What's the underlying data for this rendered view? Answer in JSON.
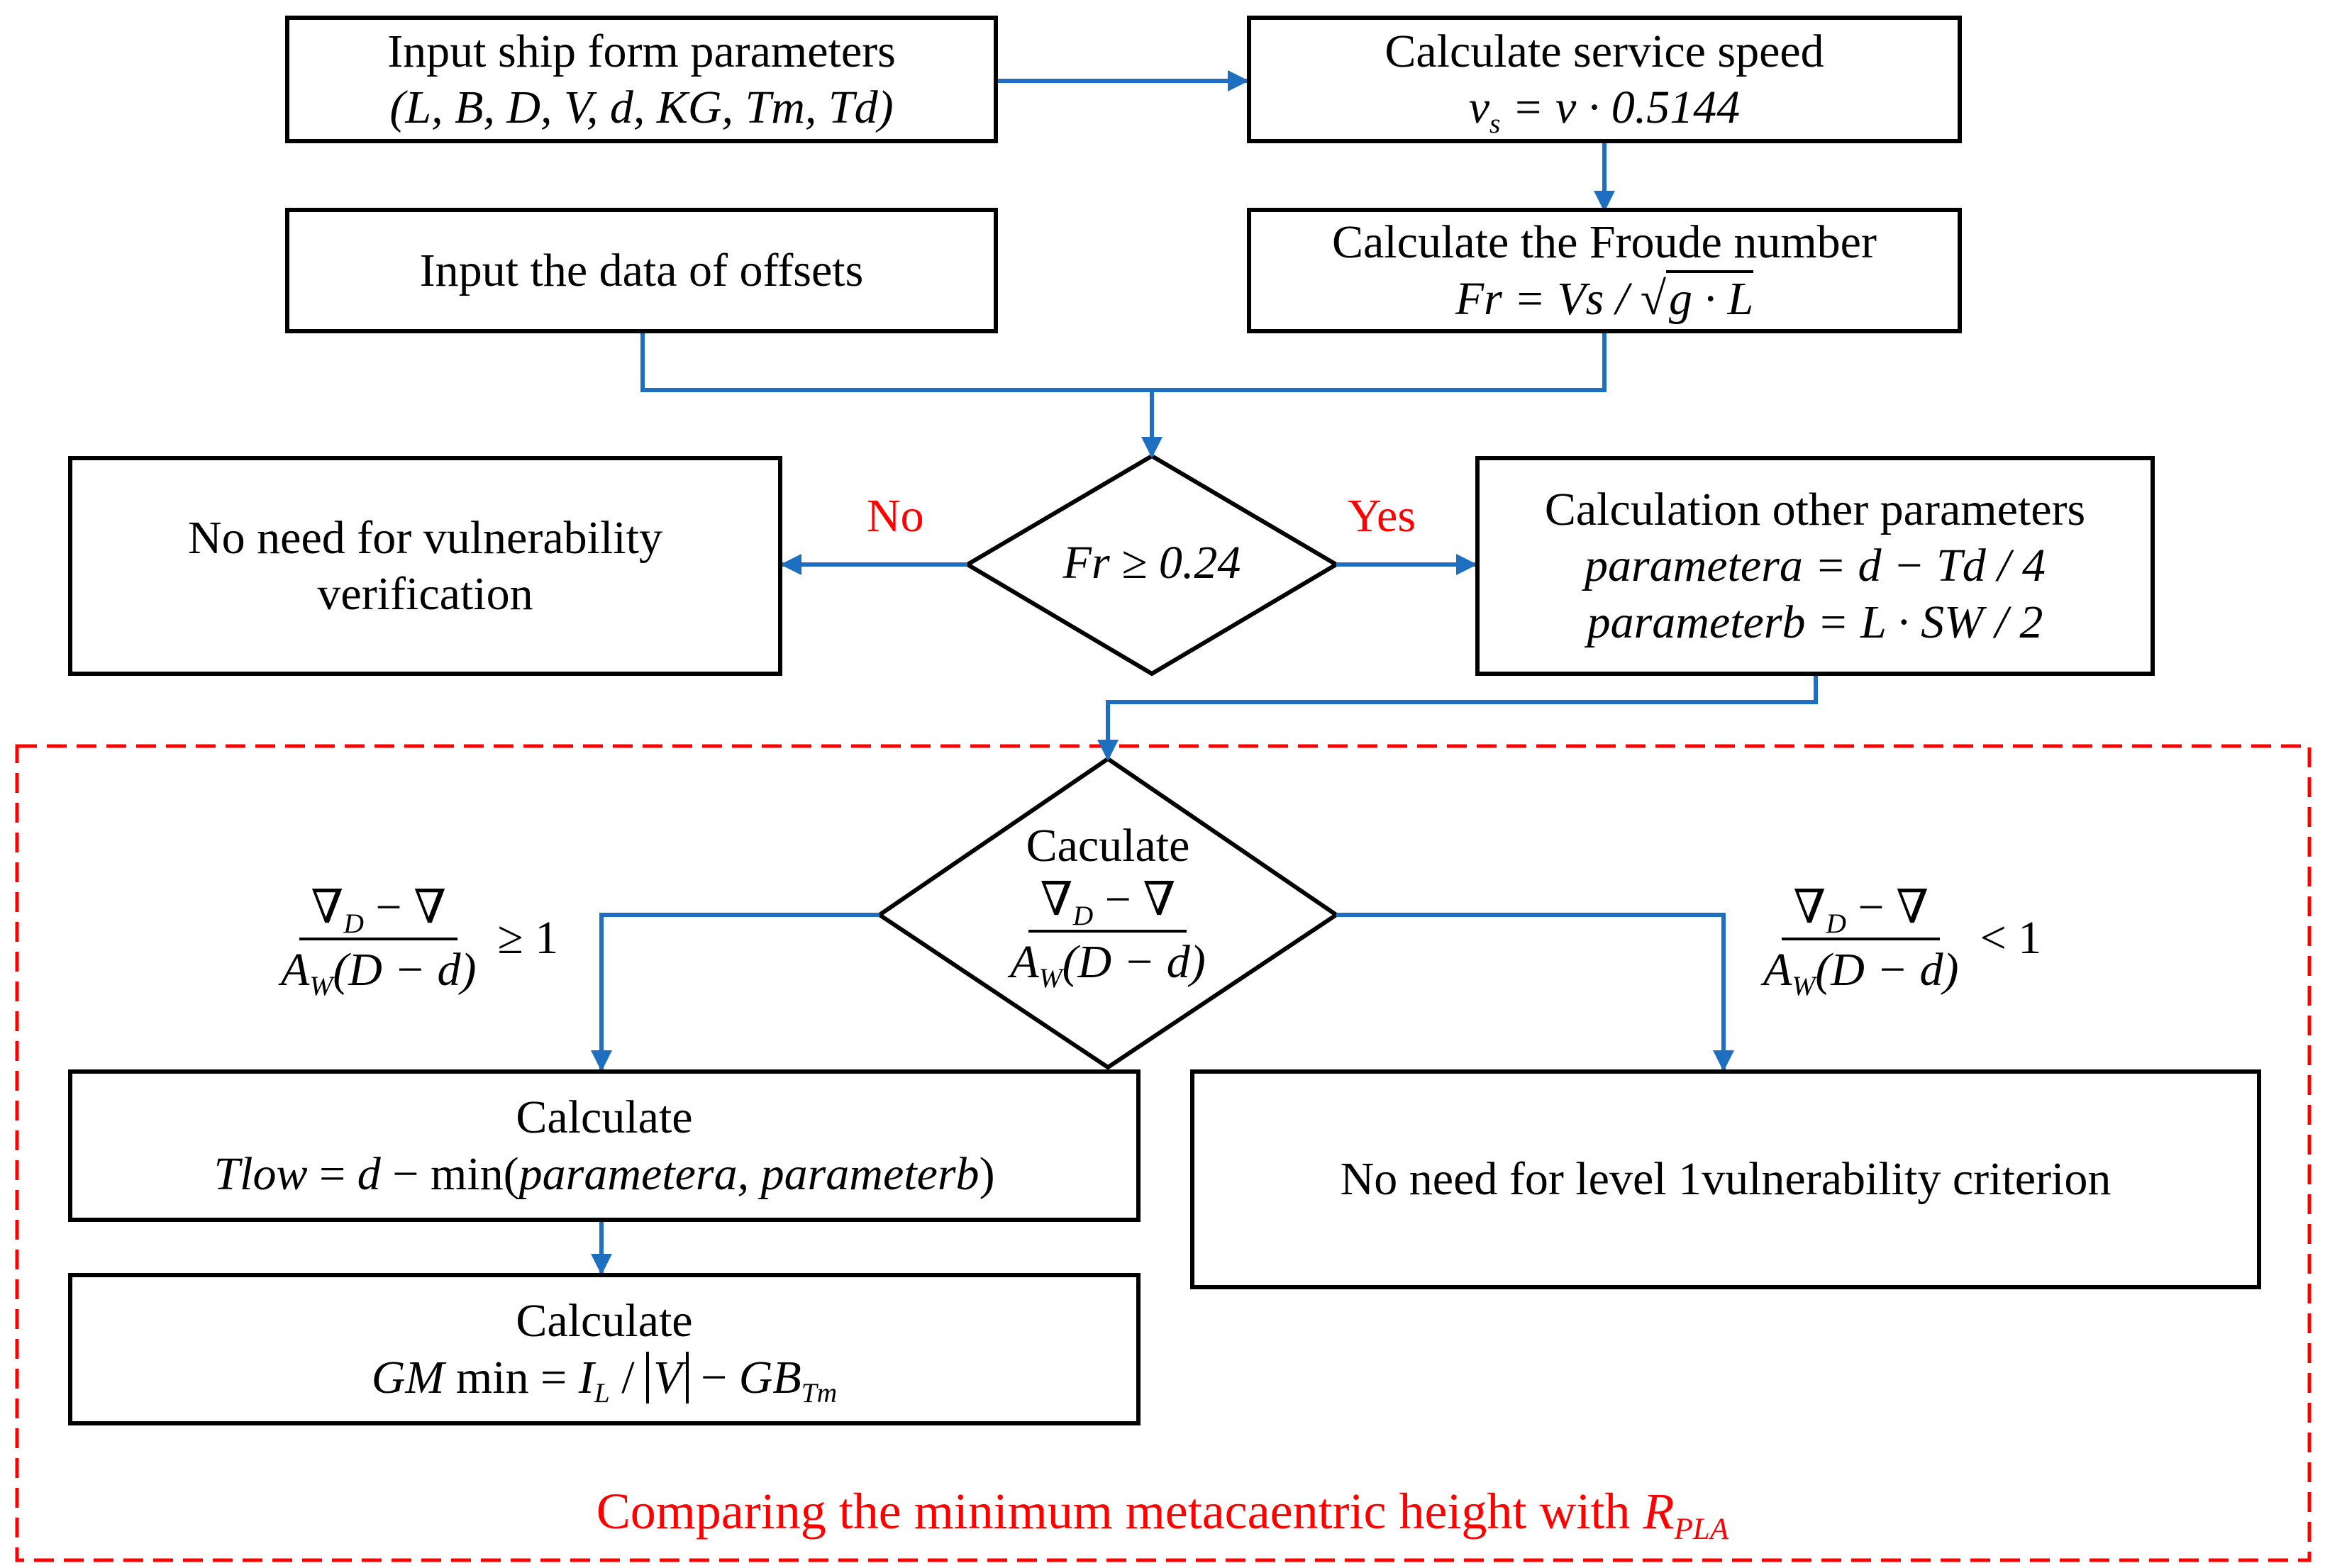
{
  "nodes": {
    "input_ship": {
      "line1": "Input  ship form parameters",
      "line2": "(L, B, D, V, d, KG, Tm, Td)"
    },
    "service_speed": {
      "line1": "Calculate service speed",
      "formula_lhs": "v",
      "formula_sub": "s",
      "formula_rhs": " = v · 0.5144"
    },
    "input_offsets": {
      "text": "Input  the data of offsets"
    },
    "froude": {
      "line1": "Calculate the Froude number",
      "formula_pre": "Fr = Vs / ",
      "formula_root": "g · L"
    },
    "decision_fr": {
      "text": "Fr ≥ 0.24"
    },
    "no_need_vuln": {
      "line1": "No need for vulnerability",
      "line2": "verification"
    },
    "other_params": {
      "line1": "Calculation other parameters",
      "line2": "parametera = d − Td / 4",
      "line3": "parameterb = L · SW  / 2"
    },
    "decision_calc": {
      "title": "Caculate"
    },
    "calc_tlow": {
      "line1": "Calculate",
      "line2_i1": "Tlow",
      "line2_m1": " = ",
      "line2_i2": "d",
      "line2_m2": " − min(",
      "line2_i3": "parametera, parameterb",
      "line2_m3": ")"
    },
    "calc_gm": {
      "line1": "Calculate",
      "gm_i": "GM",
      "gm_min": " min = ",
      "gm_I": "I",
      "gm_Isub": "L",
      "gm_mid": " / ",
      "gm_V": "V",
      "gm_minus": " − ",
      "gm_GB": "GB",
      "gm_GBsub": "Tm"
    },
    "no_need_level1": {
      "text": "No need for level 1vulnerability criterion"
    }
  },
  "fraction": {
    "numerator": "∇",
    "numerator_sub": "D",
    "numerator_rest": " − ∇",
    "denominator_A": "A",
    "denominator_sub": "W",
    "denominator_rest": "(D − d)"
  },
  "branch_labels": {
    "no": "No",
    "yes": "Yes",
    "ge1": "≥ 1",
    "lt1": "< 1"
  },
  "region": {
    "caption": "Comparing the minimum metacaentric height with ",
    "caption_R": "R",
    "caption_sub": "PLA"
  },
  "colors": {
    "arrow": "#1f6fc0",
    "region": "#ff0000",
    "box": "#000000",
    "label": "#ff0000"
  }
}
